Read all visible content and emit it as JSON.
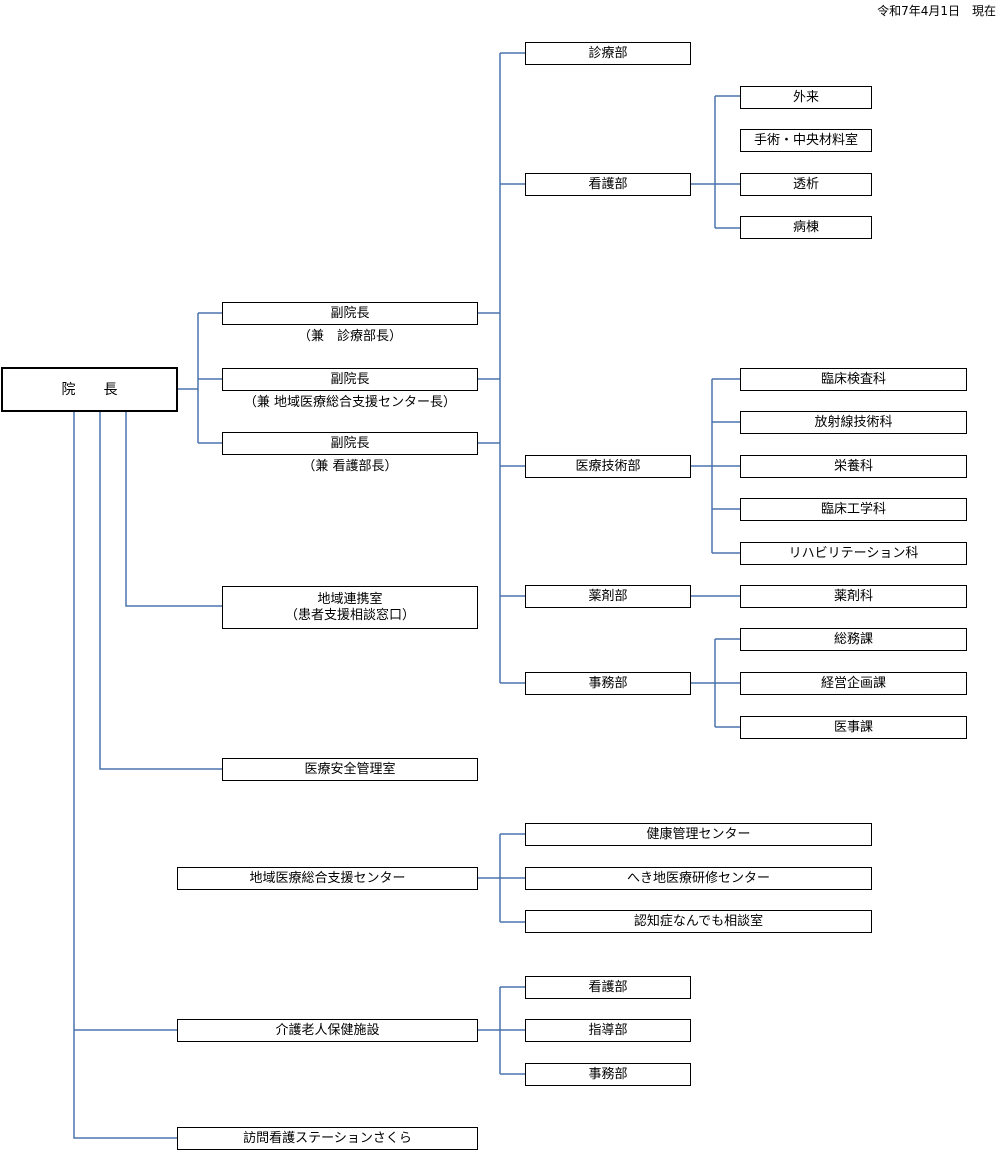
{
  "date": "令和7年4月1日　現在",
  "director": "院　　長",
  "vice": {
    "v1": "副院長",
    "v1_note": "（兼　診療部長）",
    "v2": "副院長",
    "v2_note": "（兼 地域医療総合支援センター長）",
    "v3": "副院長",
    "v3_note": "（兼 看護部長）"
  },
  "depts": {
    "shinryo": "診療部",
    "kango": "看護部",
    "gijutsu": "医療技術部",
    "yakuzai": "薬剤部",
    "jimu": "事務部"
  },
  "kango_units": {
    "gairai": "外来",
    "shujutsu": "手術・中央材料室",
    "touseki": "透析",
    "byoto": "病棟"
  },
  "gijutsu_units": {
    "kensa": "臨床検査科",
    "hoshasen": "放射線技術科",
    "eiyo": "栄養科",
    "kogaku": "臨床工学科",
    "riha": "リハビリテーション科"
  },
  "yakuzai_units": {
    "yakuzaika": "薬剤科"
  },
  "jimu_units": {
    "somu": "総務課",
    "keiei": "経営企画課",
    "iji": "医事課"
  },
  "renkei": {
    "line1": "地域連携室",
    "line2": "（患者支援相談窓口）"
  },
  "anzen": "医療安全管理室",
  "center": {
    "name": "地域医療総合支援センター",
    "kenko": "健康管理センター",
    "hekichi": "へき地医療研修センター",
    "ninchi": "認知症なんでも相談室"
  },
  "roken": {
    "name": "介護老人保健施設",
    "kango": "看護部",
    "shido": "指導部",
    "jimu": "事務部"
  },
  "houmon": "訪問看護ステーションさくら"
}
